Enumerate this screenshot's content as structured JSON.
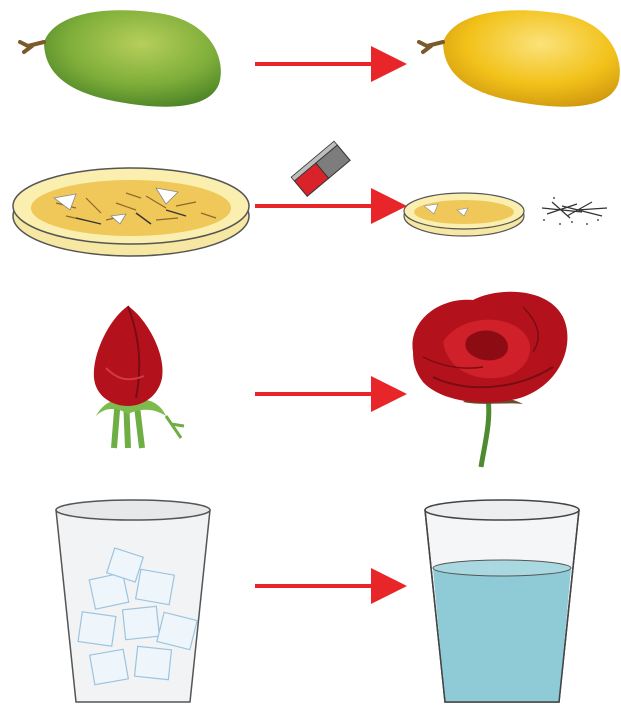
{
  "diagram": {
    "type": "before-after-changes",
    "rows": [
      {
        "id": "mango",
        "before_icon": "raw-green-mango-icon",
        "after_icon": "ripe-yellow-mango-icon"
      },
      {
        "id": "magnet",
        "before_icon": "iron-filings-in-sand-dish-icon",
        "tool_icon": "bar-magnet-icon",
        "after_icon": "sand-dish-and-separated-pins-icon"
      },
      {
        "id": "rose",
        "before_icon": "rose-bud-icon",
        "after_icon": "bloomed-rose-icon"
      },
      {
        "id": "ice",
        "before_icon": "glass-of-ice-cubes-icon",
        "after_icon": "glass-of-water-icon"
      }
    ],
    "colors": {
      "arrow": "#e8262a",
      "mango_raw": "#7fae3a",
      "mango_ripe": "#f2c21a",
      "dish": "#fbefb0",
      "rose": "#b3121c",
      "stem": "#4e8a2f",
      "water": "#8ecbd6"
    }
  }
}
